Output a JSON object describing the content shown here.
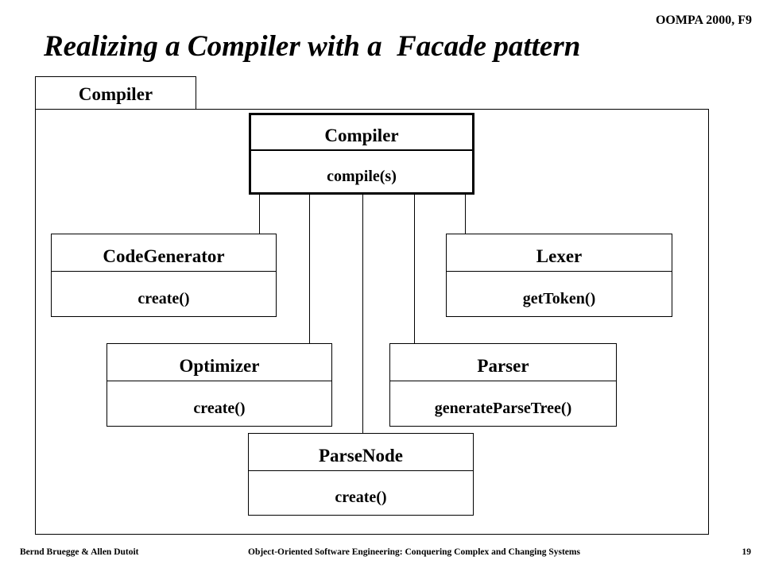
{
  "header": {
    "course": "OOMPA 2000, F9",
    "title": "Realizing a Compiler with a  Facade pattern"
  },
  "package": {
    "name": "Compiler"
  },
  "facade": {
    "name": "Compiler",
    "operation": "compile(s)"
  },
  "classes": [
    {
      "name": "CodeGenerator",
      "operation": "create()"
    },
    {
      "name": "Lexer",
      "operation": "getToken()"
    },
    {
      "name": "Optimizer",
      "operation": "create()"
    },
    {
      "name": "Parser",
      "operation": "generateParseTree()"
    },
    {
      "name": "ParseNode",
      "operation": "create()"
    }
  ],
  "footer": {
    "authors": "Bernd Bruegge & Allen Dutoit",
    "book": "Object-Oriented Software Engineering: Conquering Complex and Changing Systems",
    "page": "19"
  }
}
